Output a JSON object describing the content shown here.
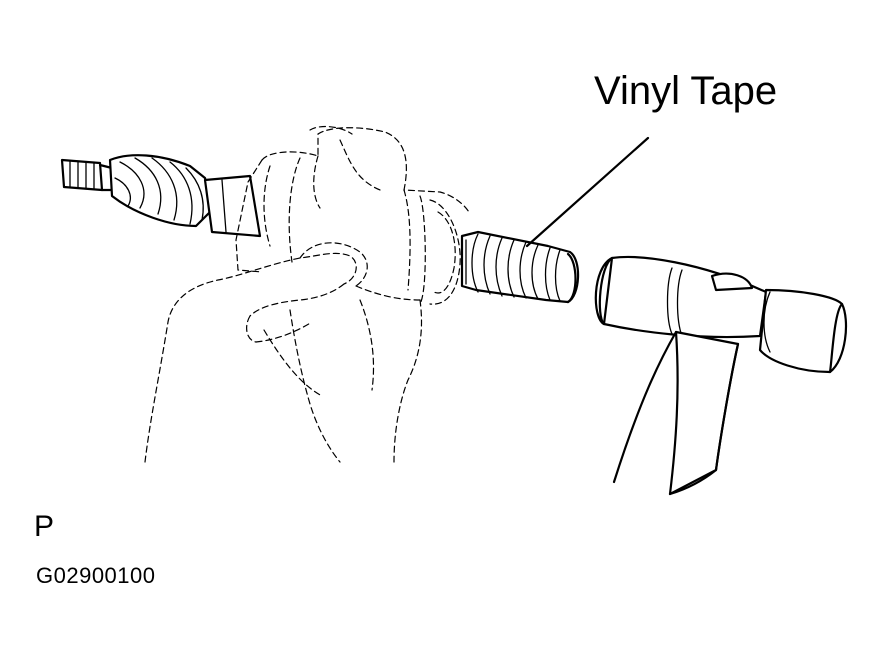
{
  "callout": {
    "label": "Vinyl Tape"
  },
  "view_code": "P",
  "figure_number": "G02900100"
}
